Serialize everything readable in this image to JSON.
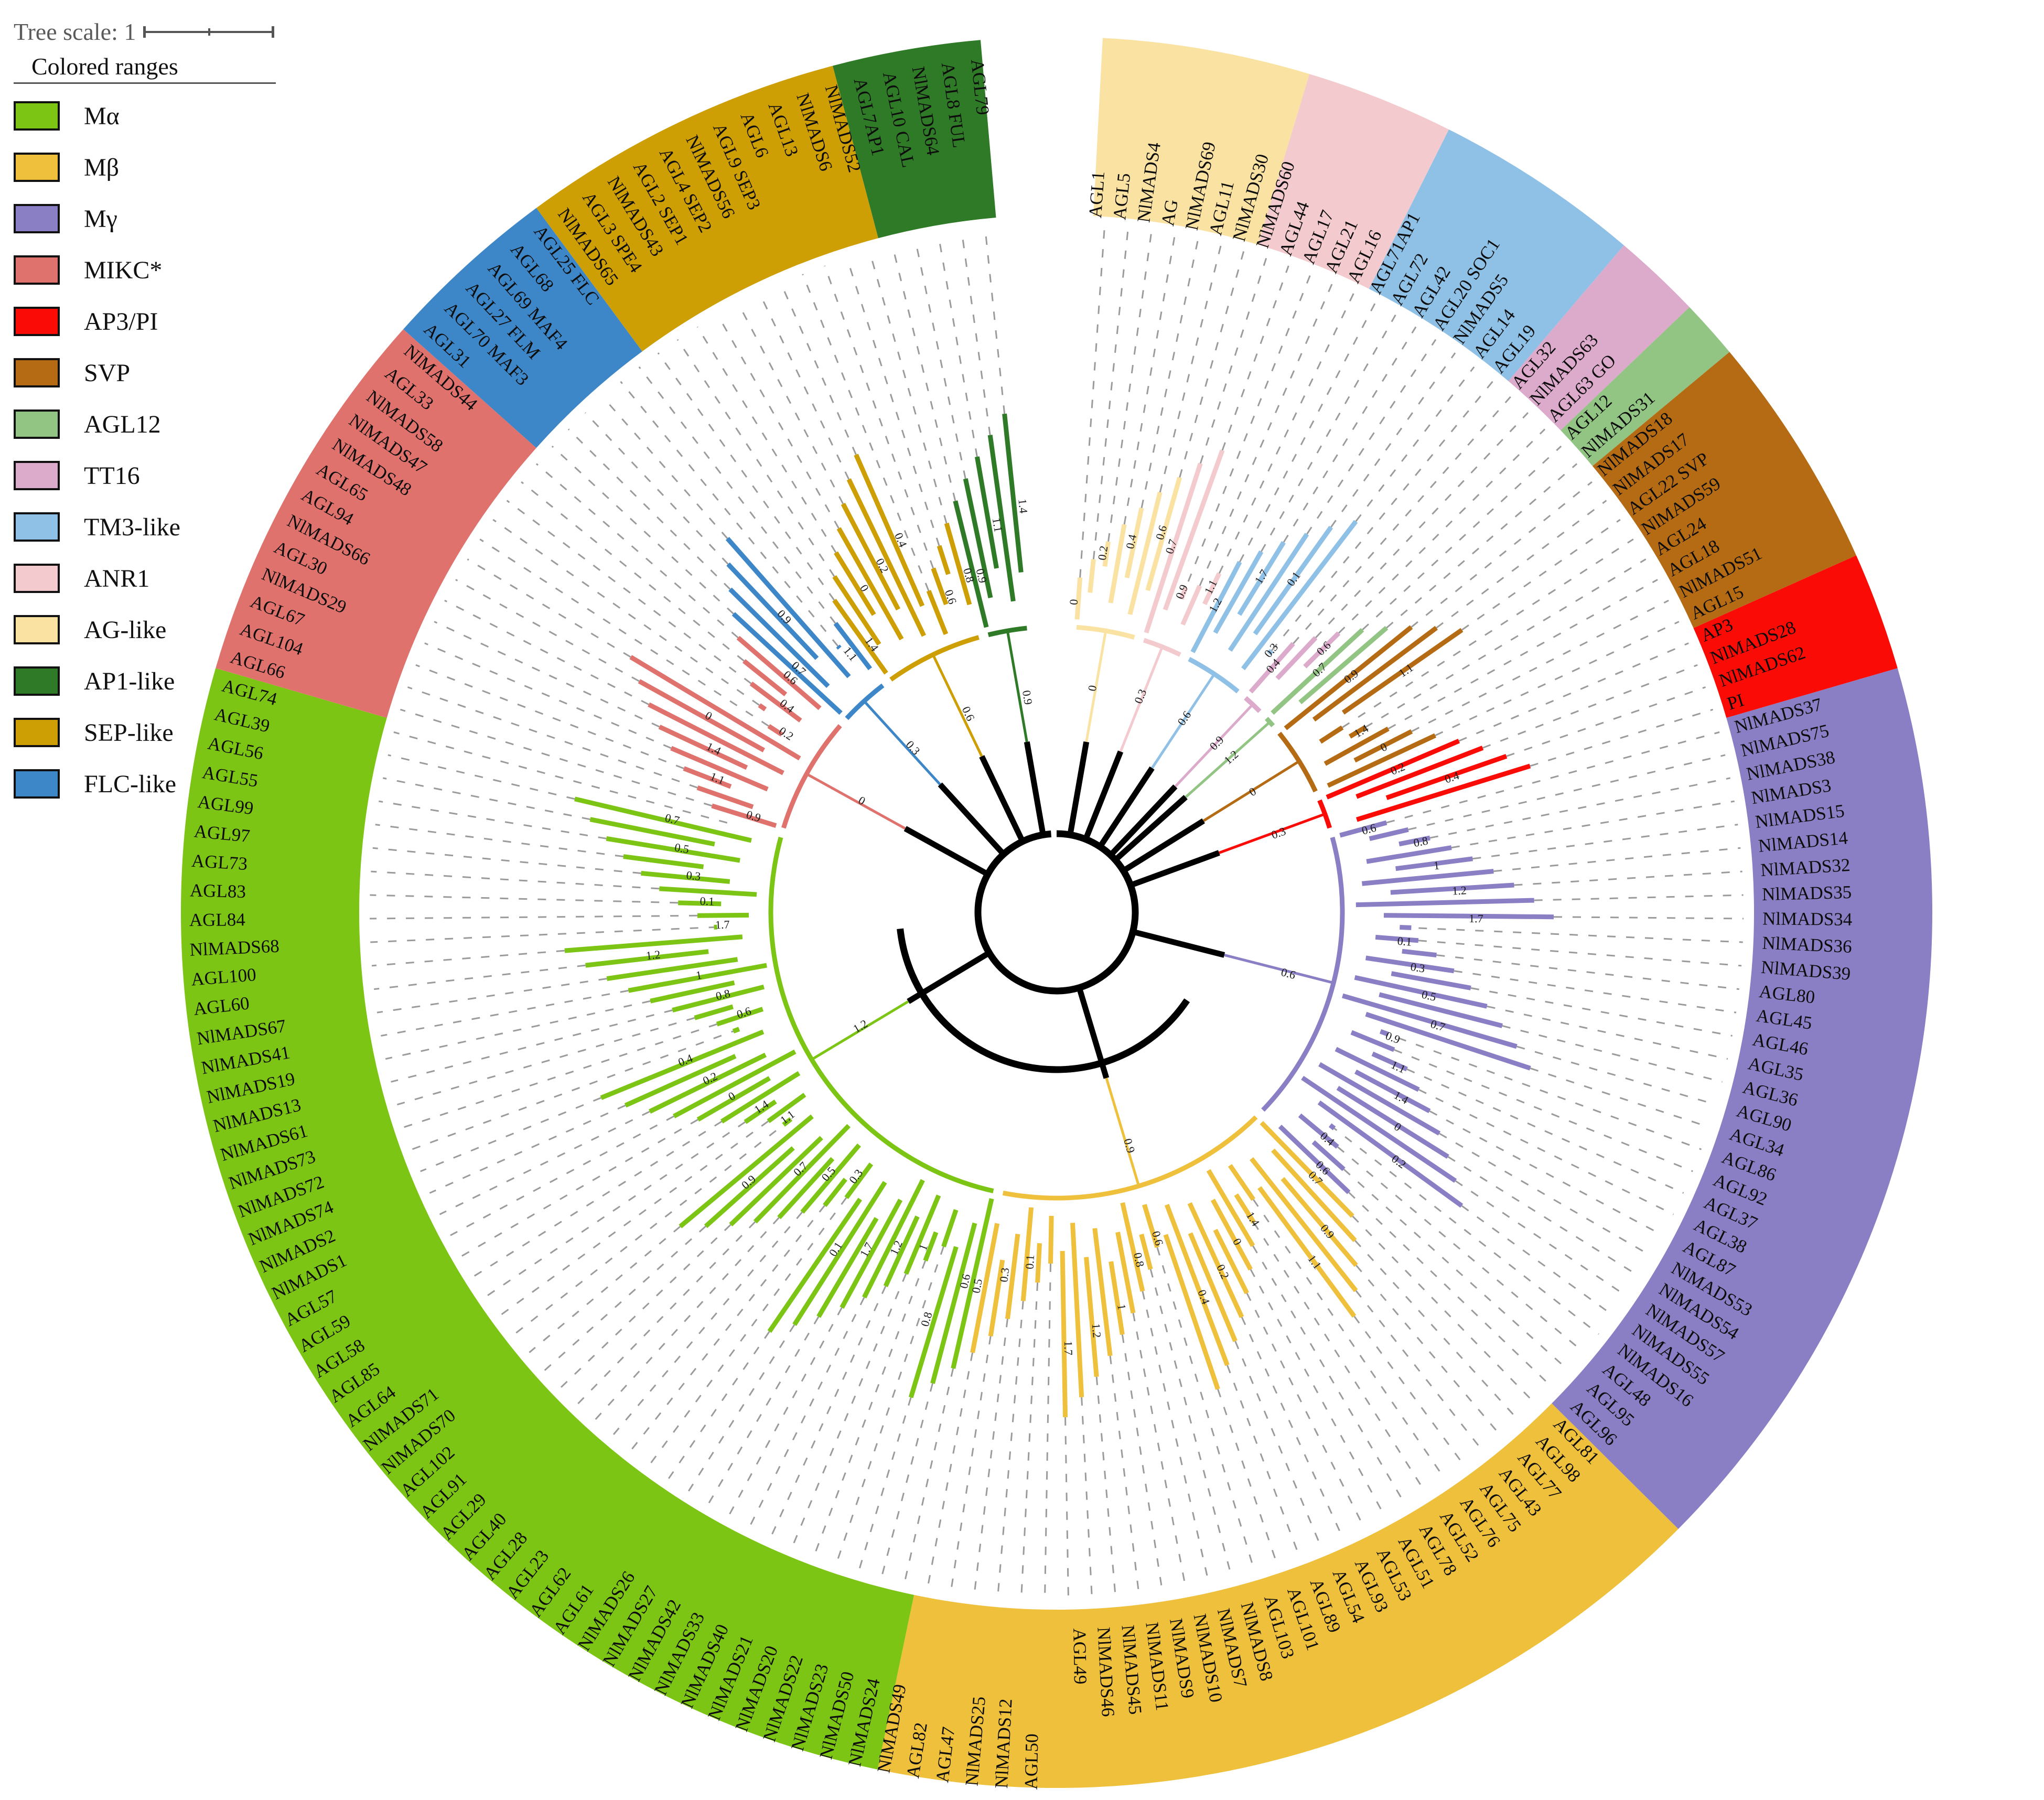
{
  "scale": {
    "label": "Tree scale: 1"
  },
  "legend": {
    "title": "Colored ranges",
    "items": [
      {
        "label": "Mα",
        "color": "#7DC514"
      },
      {
        "label": "Mβ",
        "color": "#EFC03C"
      },
      {
        "label": "Mγ",
        "color": "#8A7FC4"
      },
      {
        "label": "MIKC*",
        "color": "#E0726E"
      },
      {
        "label": "AP3/PI",
        "color": "#FB0B05"
      },
      {
        "label": "SVP",
        "color": "#B56B14"
      },
      {
        "label": "AGL12",
        "color": "#92C483"
      },
      {
        "label": "TT16",
        "color": "#DCAACB"
      },
      {
        "label": "TM3-like",
        "color": "#8FC0E6"
      },
      {
        "label": "ANR1",
        "color": "#F3CBCE"
      },
      {
        "label": "AG-like",
        "color": "#FAE2A2"
      },
      {
        "label": "AP1-like",
        "color": "#2F7A26"
      },
      {
        "label": "SEP-like",
        "color": "#CE9E05"
      },
      {
        "label": "FLC-like",
        "color": "#3D87C8"
      }
    ]
  },
  "chart_data": {
    "type": "tree",
    "layout": "circular",
    "title": "",
    "scale_bar": "Tree scale: 1",
    "groups": [
      {
        "name": "AG-like",
        "color": "#FAE2A2",
        "leaves": [
          "AGL1",
          "AGL5",
          "NlMADS4",
          "AG",
          "NlMADS69",
          "AGL11",
          "NlMADS30"
        ]
      },
      {
        "name": "ANR1",
        "color": "#F3CBCE",
        "leaves": [
          "NlMADS60",
          "AGL44",
          "AGL17",
          "AGL21",
          "AGL16"
        ]
      },
      {
        "name": "TM3-like",
        "color": "#8FC0E6",
        "leaves": [
          "AGL71AP1",
          "AGL72",
          "AGL42",
          "AGL20 SOC1",
          "NlMADS5",
          "AGL14",
          "AGL19"
        ]
      },
      {
        "name": "TT16",
        "color": "#DCAACB",
        "leaves": [
          "AGL32",
          "NlMADS63",
          "AGL63 GO"
        ]
      },
      {
        "name": "AGL12",
        "color": "#92C483",
        "leaves": [
          "AGL12",
          "NlMADS31"
        ]
      },
      {
        "name": "SVP",
        "color": "#B56B14",
        "leaves": [
          "NlMADS18",
          "NlMADS17",
          "AGL22 SVP",
          "NlMADS59",
          "AGL24",
          "AGL18",
          "NlMADS51",
          "AGL15"
        ]
      },
      {
        "name": "AP3/PI",
        "color": "#FB0B05",
        "leaves": [
          "AP3",
          "NlMADS28",
          "NlMADS62",
          "PI"
        ]
      },
      {
        "name": "Mγ",
        "color": "#8A7FC4",
        "leaves": [
          "NlMADS37",
          "NlMADS75",
          "NlMADS38",
          "NlMADS3",
          "NlMADS15",
          "NlMADS14",
          "NlMADS32",
          "NlMADS35",
          "NlMADS34",
          "NlMADS36",
          "NlMADS39",
          "AGL80",
          "AGL45",
          "AGL46",
          "AGL35",
          "AGL36",
          "AGL90",
          "AGL34",
          "AGL86",
          "AGL92",
          "AGL37",
          "AGL38",
          "AGL87",
          "NlMADS53",
          "NlMADS54",
          "NlMADS57",
          "NlMADS55",
          "NlMADS16",
          "AGL48",
          "AGL95",
          "AGL96"
        ]
      },
      {
        "name": "Mβ",
        "color": "#EFC03C",
        "leaves": [
          "AGL81",
          "AGL98",
          "AGL77",
          "AGL43",
          "AGL75",
          "AGL76",
          "AGL52",
          "AGL78",
          "AGL51",
          "AGL53",
          "AGL93",
          "AGL54",
          "AGL89",
          "AGL101",
          "AGL103",
          "NlMADS8",
          "NlMADS7",
          "NlMADS10",
          "NlMADS9",
          "NlMADS11",
          "NlMADS45",
          "NlMADS46",
          "AGL49",
          "AGL50",
          "NlMADS12",
          "NlMADS25",
          "AGL47",
          "AGL82",
          "NlMADS49"
        ]
      },
      {
        "name": "Mα",
        "color": "#7DC514",
        "leaves": [
          "NlMADS24",
          "NlMADS50",
          "NlMADS23",
          "NlMADS22",
          "NlMADS20",
          "NlMADS21",
          "NlMADS40",
          "NlMADS33",
          "NlMADS42",
          "NlMADS27",
          "NlMADS26",
          "AGL61",
          "AGL62",
          "AGL23",
          "AGL28",
          "AGL40",
          "AGL29",
          "AGL91",
          "AGL102",
          "NlMADS70",
          "NlMADS71",
          "AGL64",
          "AGL85",
          "AGL58",
          "AGL59",
          "AGL57",
          "NlMADS1",
          "NlMADS2",
          "NlMADS74",
          "NlMADS72",
          "NlMADS73",
          "NlMADS61",
          "NlMADS13",
          "NlMADS19",
          "NlMADS41",
          "NlMADS67",
          "AGL60",
          "AGL100",
          "NlMADS68",
          "AGL84",
          "AGL83",
          "AGL73",
          "AGL97",
          "AGL99",
          "AGL55",
          "AGL56",
          "AGL39",
          "AGL74"
        ]
      },
      {
        "name": "MIKC*",
        "color": "#E0726E",
        "leaves": [
          "AGL66",
          "AGL104",
          "AGL67",
          "NlMADS29",
          "AGL30",
          "NlMADS66",
          "AGL94",
          "AGL65",
          "NlMADS48",
          "NlMADS47",
          "NlMADS58",
          "AGL33",
          "NlMADS44"
        ]
      },
      {
        "name": "FLC-like",
        "color": "#3D87C8",
        "leaves": [
          "AGL31",
          "AGL70 MAF3",
          "AGL27 FLM",
          "AGL69 MAF4",
          "AGL68",
          "AGL25 FLC"
        ]
      },
      {
        "name": "SEP-like",
        "color": "#CE9E05",
        "leaves": [
          "NlMADS65",
          "AGL3 SPE4",
          "NlMADS43",
          "AGL2 SEP1",
          "AGL4 SEP2",
          "NlMADS56",
          "AGL9 SEP3",
          "AGL6",
          "AGL13",
          "NlMADS6",
          "NlMADS52"
        ]
      },
      {
        "name": "AP1-like",
        "color": "#2F7A26",
        "leaves": [
          "AGL7AP1",
          "AGL10 CAL",
          "NlMADS64",
          "AGL8 FUL",
          "AGL79"
        ]
      }
    ],
    "branch_length_labels": [
      "0",
      "0.1",
      "0.2",
      "0.3",
      "0.4",
      "0.5",
      "0.6",
      "0.7",
      "0.8",
      "0.9",
      "1",
      "1.1",
      "1.2",
      "1.4",
      "1.7"
    ]
  }
}
